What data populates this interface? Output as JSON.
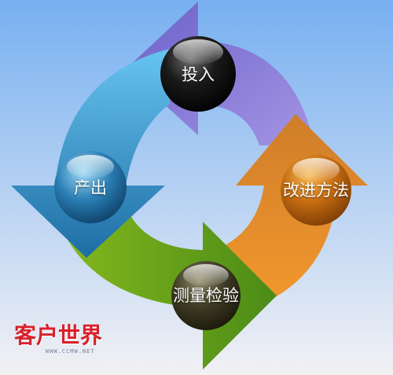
{
  "diagram": {
    "nodes": [
      {
        "id": "input",
        "label": "投入"
      },
      {
        "id": "improve",
        "label": "改进方法"
      },
      {
        "id": "measure",
        "label": "测量检验"
      },
      {
        "id": "output",
        "label": "产出"
      }
    ],
    "colors": {
      "bg_top": "#7ab3f2",
      "bg_bottom": "#f1eff3",
      "arrow_purple": "#7c70cf",
      "arrow_orange": "#ef8a1f",
      "arrow_green": "#6aa21a",
      "arrow_blue": "#38a2d6"
    }
  },
  "logo": {
    "name": "客户世界",
    "url": "WWW.CCMW.NET"
  }
}
